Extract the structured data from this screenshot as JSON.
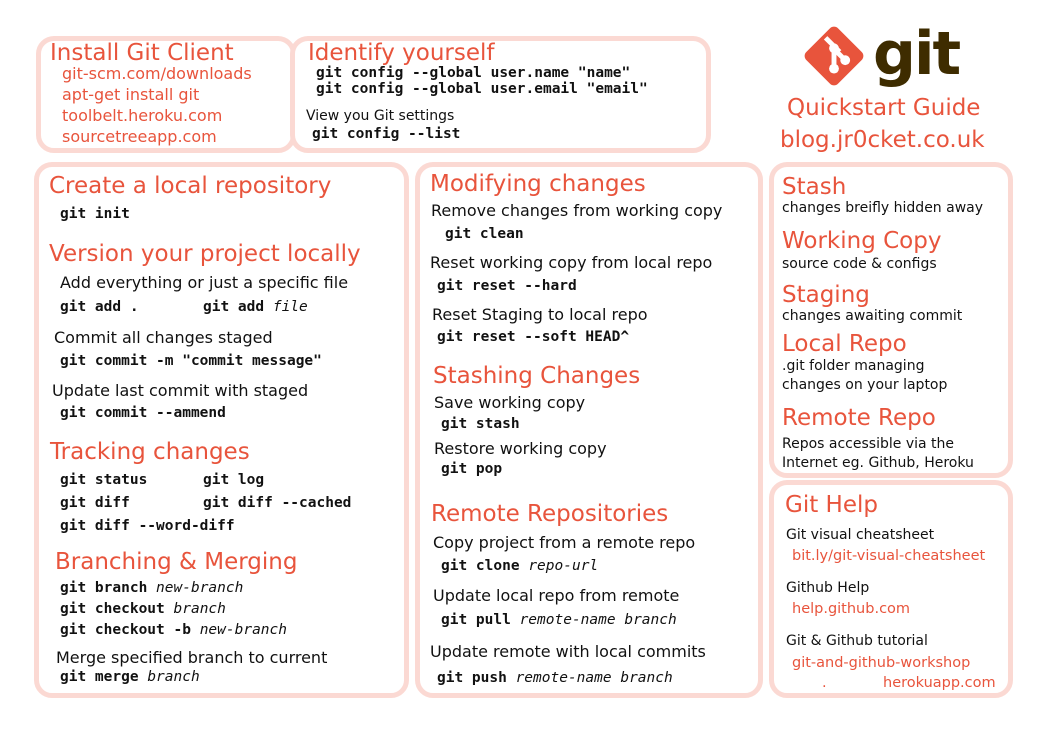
{
  "install": {
    "title": "Install Git Client",
    "links": [
      "git-scm.com/downloads",
      "apt-get install git",
      "toolbelt.heroku.com",
      "sourcetreeapp.com"
    ]
  },
  "identify": {
    "title": "Identify yourself",
    "cmd_name": "git config --global user.name \"name\"",
    "cmd_email": "git config --global user.email \"email\"",
    "view_label": "View you Git settings",
    "cmd_list": "git config --list"
  },
  "brand": {
    "logo_text": "git",
    "guide": "Quickstart Guide",
    "site": "blog.jr0cket.co.uk",
    "logo_color": "#e8543c"
  },
  "create": {
    "title": "Create a local repository",
    "cmd": "git init"
  },
  "version": {
    "title": "Version your project locally",
    "add_label": "Add everything or just a specific file",
    "add_cmd1": "git add .",
    "add_cmd2": "git add",
    "add_arg2": "file",
    "commit_label": "Commit all changes staged",
    "commit_cmd": "git commit -m \"commit message\"",
    "amend_label": "Update last commit with staged",
    "amend_cmd": "git commit --ammend"
  },
  "tracking": {
    "title": "Tracking changes",
    "status": "git status",
    "log": "git log",
    "diff": "git diff",
    "diff_cached": "git diff --cached",
    "word_diff": "git diff --word-diff"
  },
  "branching": {
    "title": "Branching & Merging",
    "branch_cmd": "git branch",
    "branch_arg": "new-branch",
    "checkout_cmd": "git checkout",
    "checkout_arg": "branch",
    "checkout_b_cmd": "git checkout -b",
    "checkout_b_arg": "new-branch",
    "merge_label": "Merge specified branch to current",
    "merge_cmd": "git merge",
    "merge_arg": "branch"
  },
  "modifying": {
    "title": "Modifying changes",
    "remove_label": "Remove changes from working copy",
    "remove_cmd": "git clean",
    "reset_label": "Reset working copy from local repo",
    "reset_cmd": "git reset --hard",
    "soft_label": "Reset Staging to local repo",
    "soft_cmd": "git reset --soft HEAD^"
  },
  "stashing": {
    "title": "Stashing Changes",
    "save_label": "Save working copy",
    "save_cmd": "git stash",
    "restore_label": "Restore working copy",
    "restore_cmd": "git pop"
  },
  "remote": {
    "title": "Remote Repositories",
    "clone_label": "Copy project from a remote repo",
    "clone_cmd": "git clone",
    "clone_arg": "repo-url",
    "pull_label": "Update local repo from remote",
    "pull_cmd": "git pull",
    "pull_arg": "remote-name branch",
    "push_label": "Update remote with local commits",
    "push_cmd": "git push",
    "push_arg": "remote-name branch"
  },
  "glossary": [
    {
      "term": "Stash",
      "desc": [
        "changes breifly hidden away"
      ]
    },
    {
      "term": "Working Copy",
      "desc": [
        "source code & configs"
      ]
    },
    {
      "term": "Staging",
      "desc": [
        "changes awaiting commit"
      ]
    },
    {
      "term": "Local Repo",
      "desc": [
        ".git folder managing",
        "changes on your laptop"
      ]
    },
    {
      "term": "Remote Repo",
      "desc": [
        "Repos accessible via the",
        "Internet eg. Github, Heroku"
      ]
    }
  ],
  "help": {
    "title": "Git Help",
    "items": [
      {
        "label": "Git visual cheatsheet",
        "link": "bit.ly/git-visual-cheatsheet"
      },
      {
        "label": "Github Help",
        "link": "help.github.com"
      },
      {
        "label": "Git & Github tutorial",
        "link": "git-and-github-workshop",
        "link2a": ".",
        "link2b": "herokuapp.com"
      }
    ]
  }
}
